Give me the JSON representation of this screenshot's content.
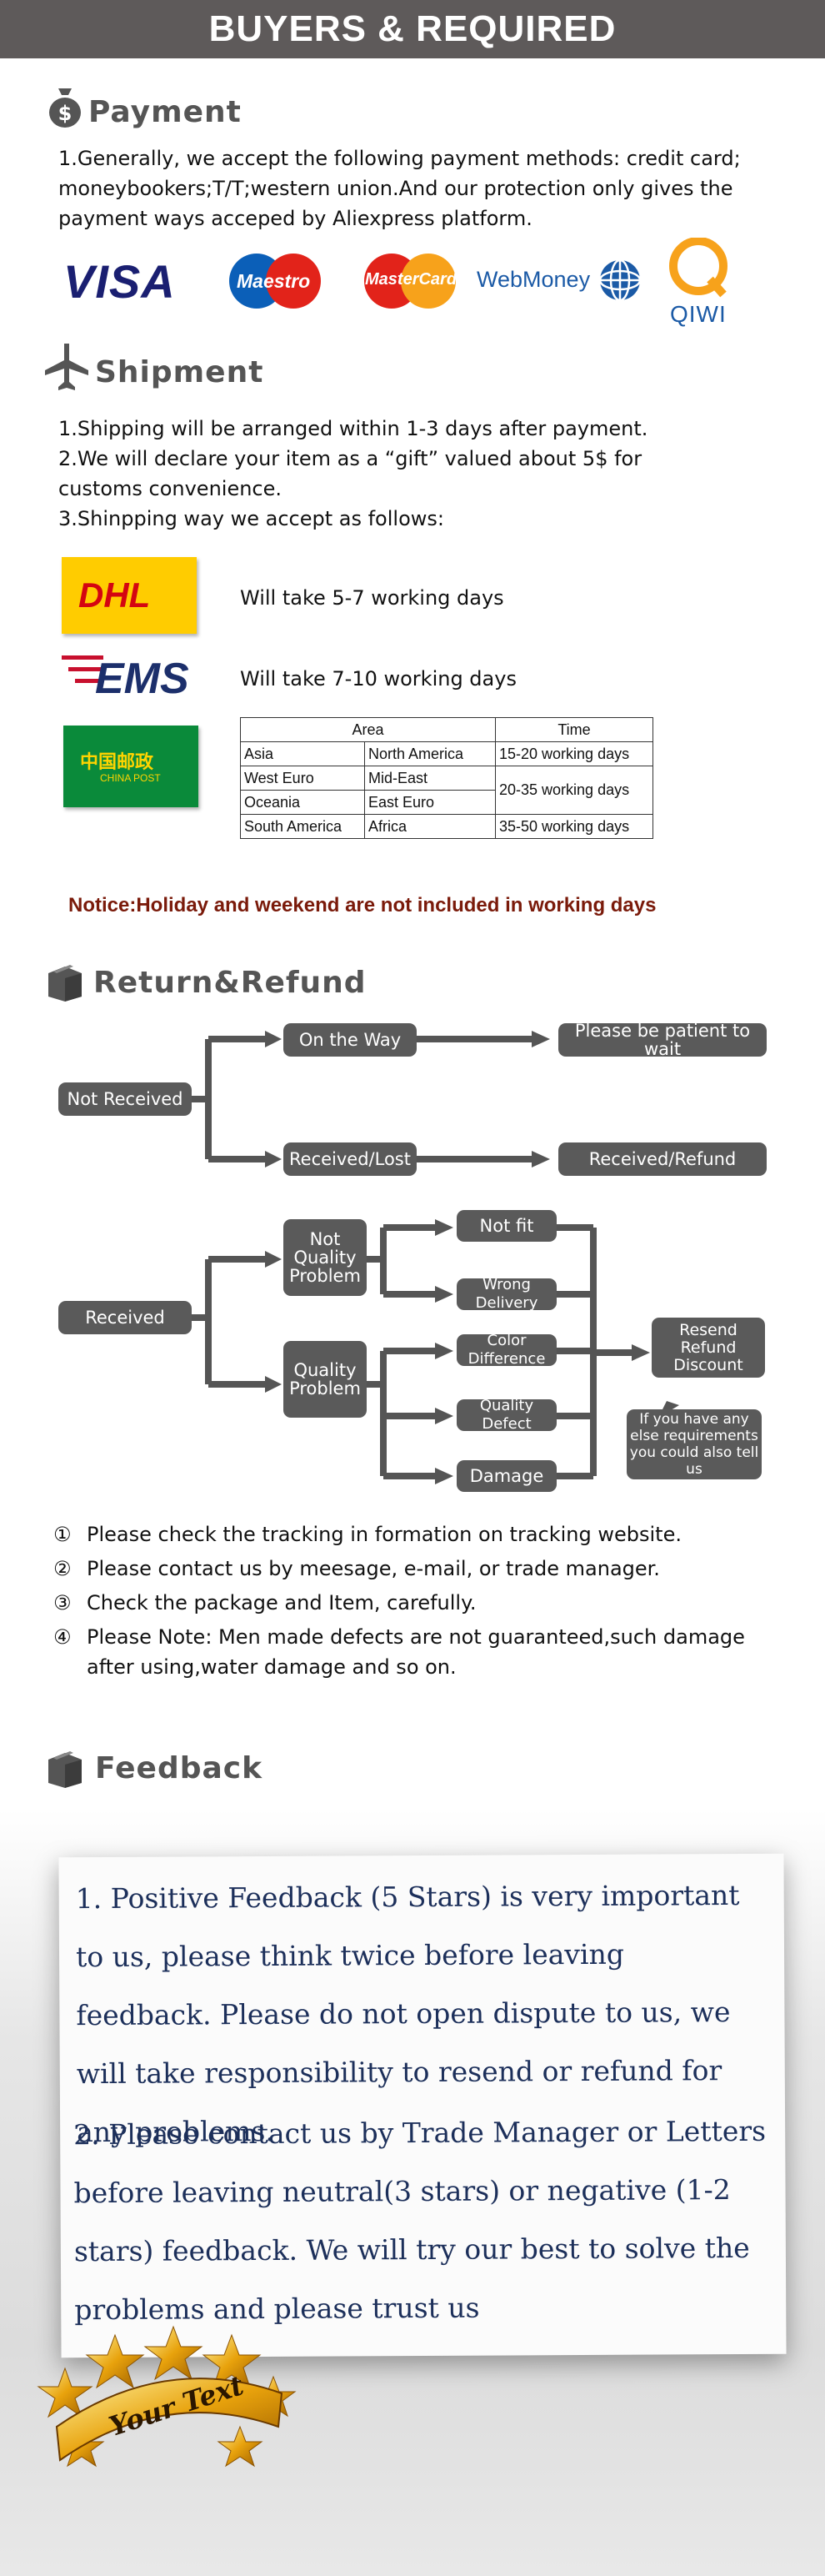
{
  "banner": {
    "title": "BUYERS & REQUIRED"
  },
  "payment": {
    "title": "Payment",
    "text": "1.Generally, we accept the following payment methods: credit card; moneybookers;T/T;western union.And our protection only gives the payment ways acceped by Aliexpress platform.",
    "logos": {
      "visa": "VISA",
      "maestro": "Maestro",
      "mastercard": "MasterCard",
      "webmoney": "WebMoney",
      "qiwi": "QIWI"
    }
  },
  "shipment": {
    "title": "Shipment",
    "lines": [
      "1.Shipping will be arranged within 1-3 days after payment.",
      "2.We will declare your item as a “gift” valued about 5$ for customs convenience.",
      "3.Shinpping way we accept as follows:"
    ],
    "carriers": [
      {
        "logo": "DHL",
        "note": "Will take 5-7 working days"
      },
      {
        "logo": "EMS",
        "note": "Will take 7-10 working days"
      },
      {
        "logo": "中国邮政",
        "logo_sub": "CHINA POST"
      }
    ],
    "table": {
      "headers": [
        "Area",
        "Time"
      ],
      "rows": [
        [
          "Asia",
          "North America",
          "15-20 working days"
        ],
        [
          "West Euro",
          "Mid-East",
          "20-35 working days"
        ],
        [
          "Oceania",
          "East Euro",
          ""
        ],
        [
          "South America",
          "Africa",
          "35-50 working days"
        ]
      ]
    },
    "notice": "Notice:Holiday and weekend are not included in working days"
  },
  "refund": {
    "title": "Return&Refund",
    "nodes": {
      "not_received": "Not Received",
      "on_the_way": "On the Way",
      "be_patient": "Please be patient to wait",
      "received_lost": "Received/Lost",
      "received_refund": "Received/Refund",
      "received": "Received",
      "not_quality": "Not Quality Problem",
      "quality": "Quality Problem",
      "not_fit": "Not fit",
      "wrong_delivery": "Wrong Delivery",
      "color_difference": "Color Difference",
      "quality_defect": "Quality Defect",
      "damage": "Damage",
      "resend": "Resend Refund Discount",
      "else": "If you have any else requirements you could also tell us"
    },
    "notes": [
      "Please check the tracking in formation on tracking website.",
      "Please contact us by meesage, e-mail, or trade manager.",
      "Check the package and Item, carefully.",
      "Please Note: Men made defects  are not guaranteed,such damage after using,water damage and so on."
    ],
    "note_marks": [
      "①",
      "②",
      "③",
      "④"
    ]
  },
  "feedback": {
    "title": "Feedback",
    "p1": "1. Positive Feedback (5 Stars) is very important to us, please think twice before leaving feedback. Please do not open dispute to us,   we will take responsibility to resend or refund for any problems.",
    "p2": "2. Please contact us by Trade Manager or Letters before leaving neutral(3 stars) or negative (1-2 stars) feedback. We will try our best to solve the problems and please trust us",
    "badge": "Your Text"
  }
}
